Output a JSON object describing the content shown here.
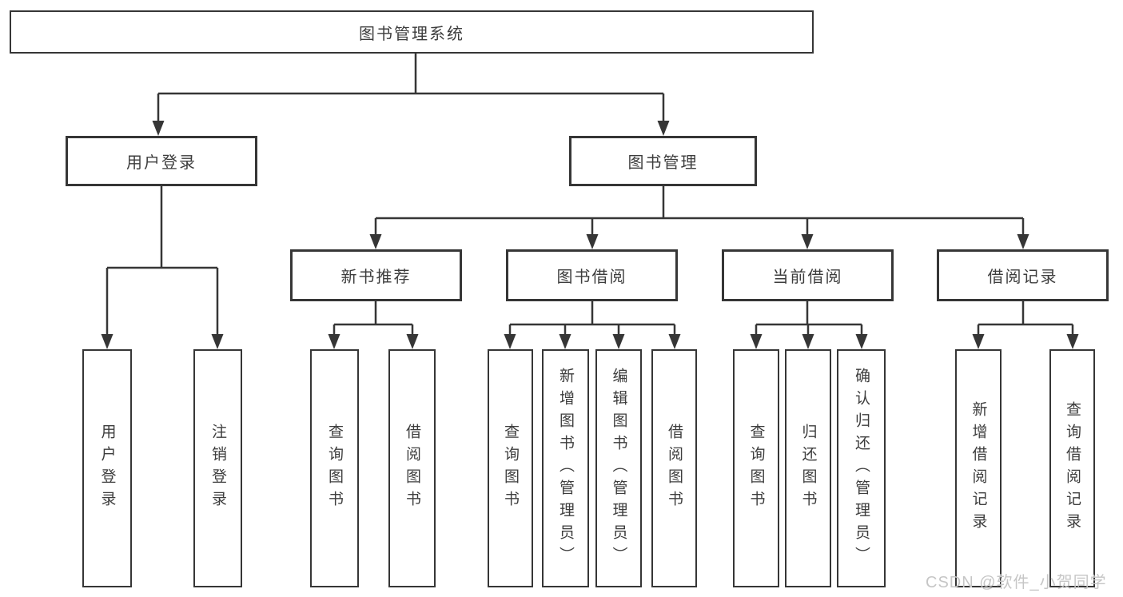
{
  "tree": {
    "root": {
      "label": "图书管理系统",
      "children": [
        {
          "label": "用户登录",
          "children": [
            {
              "label": "用户登录"
            },
            {
              "label": "注销登录"
            }
          ]
        },
        {
          "label": "图书管理",
          "children": [
            {
              "label": "新书推荐",
              "children": [
                {
                  "label": "查询图书"
                },
                {
                  "label": "借阅图书"
                }
              ]
            },
            {
              "label": "图书借阅",
              "children": [
                {
                  "label": "查询图书"
                },
                {
                  "label": "新增图书（管理员）"
                },
                {
                  "label": "编辑图书（管理员）"
                },
                {
                  "label": "借阅图书"
                }
              ]
            },
            {
              "label": "当前借阅",
              "children": [
                {
                  "label": "查询图书"
                },
                {
                  "label": "归还图书"
                },
                {
                  "label": "确认归还（管理员）"
                }
              ]
            },
            {
              "label": "借阅记录",
              "children": [
                {
                  "label": "新增借阅记录"
                },
                {
                  "label": "查询借阅记录"
                }
              ]
            }
          ]
        }
      ]
    }
  },
  "watermark": {
    "text": "CSDN @软件_小贺同学"
  },
  "colors": {
    "background": "#ffffff",
    "line": "#363636",
    "text": "#3d3d3d",
    "watermark": "#c6c6c6"
  }
}
